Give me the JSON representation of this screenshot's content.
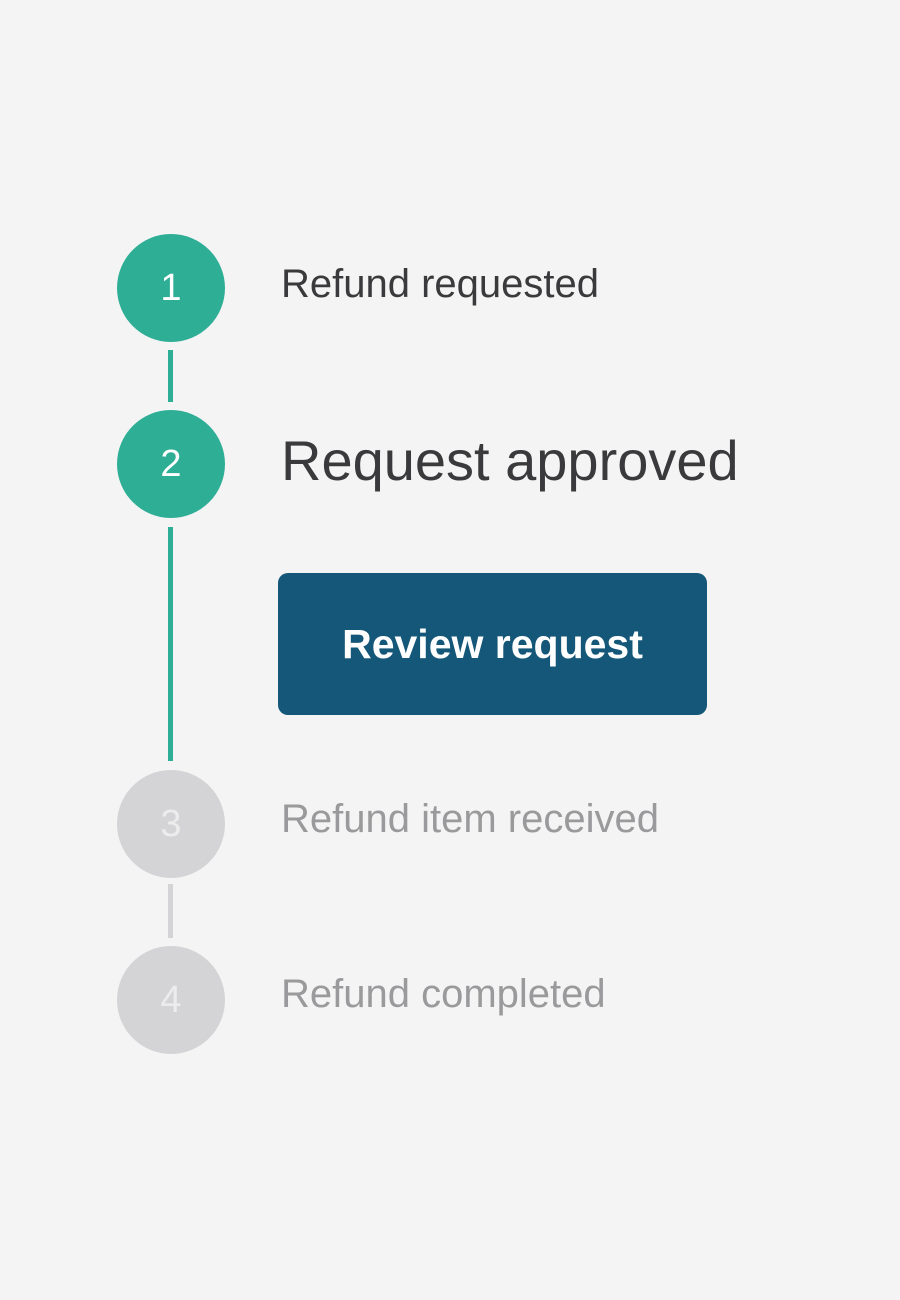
{
  "steps": [
    {
      "number": "1",
      "label": "Refund requested"
    },
    {
      "number": "2",
      "label": "Request approved"
    },
    {
      "number": "3",
      "label": "Refund item received"
    },
    {
      "number": "4",
      "label": "Refund completed"
    }
  ],
  "action": {
    "label": "Review request"
  },
  "colors": {
    "done": "#2fae96",
    "todo": "#d4d4d6",
    "button": "#155778"
  }
}
